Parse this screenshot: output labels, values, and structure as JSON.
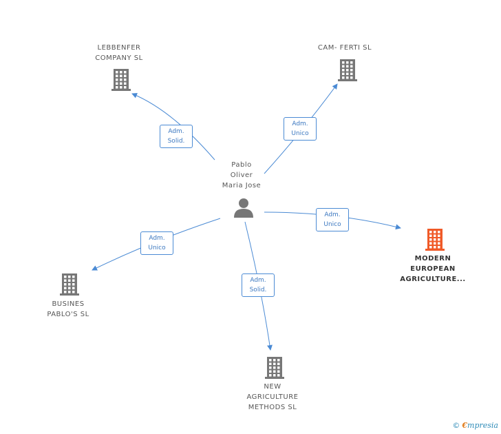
{
  "colors": {
    "edge": "#4a8ad4",
    "building": "#777777",
    "building_main": "#f05a28"
  },
  "center": {
    "label_lines": [
      "Pablo",
      "Oliver",
      "Maria Jose"
    ],
    "icon": "person-icon"
  },
  "companies": [
    {
      "id": "lebbenfer",
      "label_lines": [
        "LEBBENFER",
        "COMPANY  SL"
      ],
      "icon": "building-icon"
    },
    {
      "id": "camferti",
      "label_lines": [
        "CAM- FERTI SL"
      ],
      "icon": "building-icon"
    },
    {
      "id": "modern",
      "label_lines": [
        "MODERN",
        "EUROPEAN",
        "AGRICULTURE..."
      ],
      "icon": "building-icon",
      "highlight": true
    },
    {
      "id": "busines",
      "label_lines": [
        "BUSINES",
        "PABLO'S  SL"
      ],
      "icon": "building-icon"
    },
    {
      "id": "newagri",
      "label_lines": [
        "NEW",
        "AGRICULTURE",
        "METHODS  SL"
      ],
      "icon": "building-icon"
    }
  ],
  "relations": [
    {
      "target": "lebbenfer",
      "lines": [
        "Adm.",
        "Solid."
      ]
    },
    {
      "target": "camferti",
      "lines": [
        "Adm.",
        "Unico"
      ]
    },
    {
      "target": "modern",
      "lines": [
        "Adm.",
        "Unico"
      ]
    },
    {
      "target": "busines",
      "lines": [
        "Adm.",
        "Unico"
      ]
    },
    {
      "target": "newagri",
      "lines": [
        "Adm.",
        "Solid."
      ]
    }
  ],
  "brand": {
    "copyright": "©",
    "initial": "€",
    "name": "mpresia"
  }
}
